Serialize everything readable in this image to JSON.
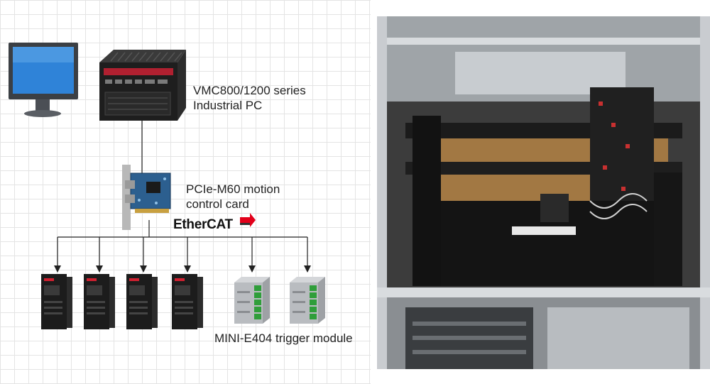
{
  "diagram": {
    "pc_label": {
      "line1": "VMC800/1200 series",
      "line2": "Industrial PC"
    },
    "card_label": {
      "line1": "PCIe-M60 motion",
      "line2": "control card"
    },
    "ethercat_logo": "EtherCAT",
    "trigger_label": "MINI-E404 trigger module",
    "servo_drive_count": 4,
    "trigger_module_count": 2
  },
  "colors": {
    "ethercat_red": "#e2001a",
    "monitor_screen": "#2f83d8",
    "pcb_blue": "#2c5f8f",
    "drive_body": "#1c1c1c",
    "module_body": "#b9bcc0",
    "terminal_green": "#2f9e3a",
    "machine_orange": "#d9a15a"
  }
}
